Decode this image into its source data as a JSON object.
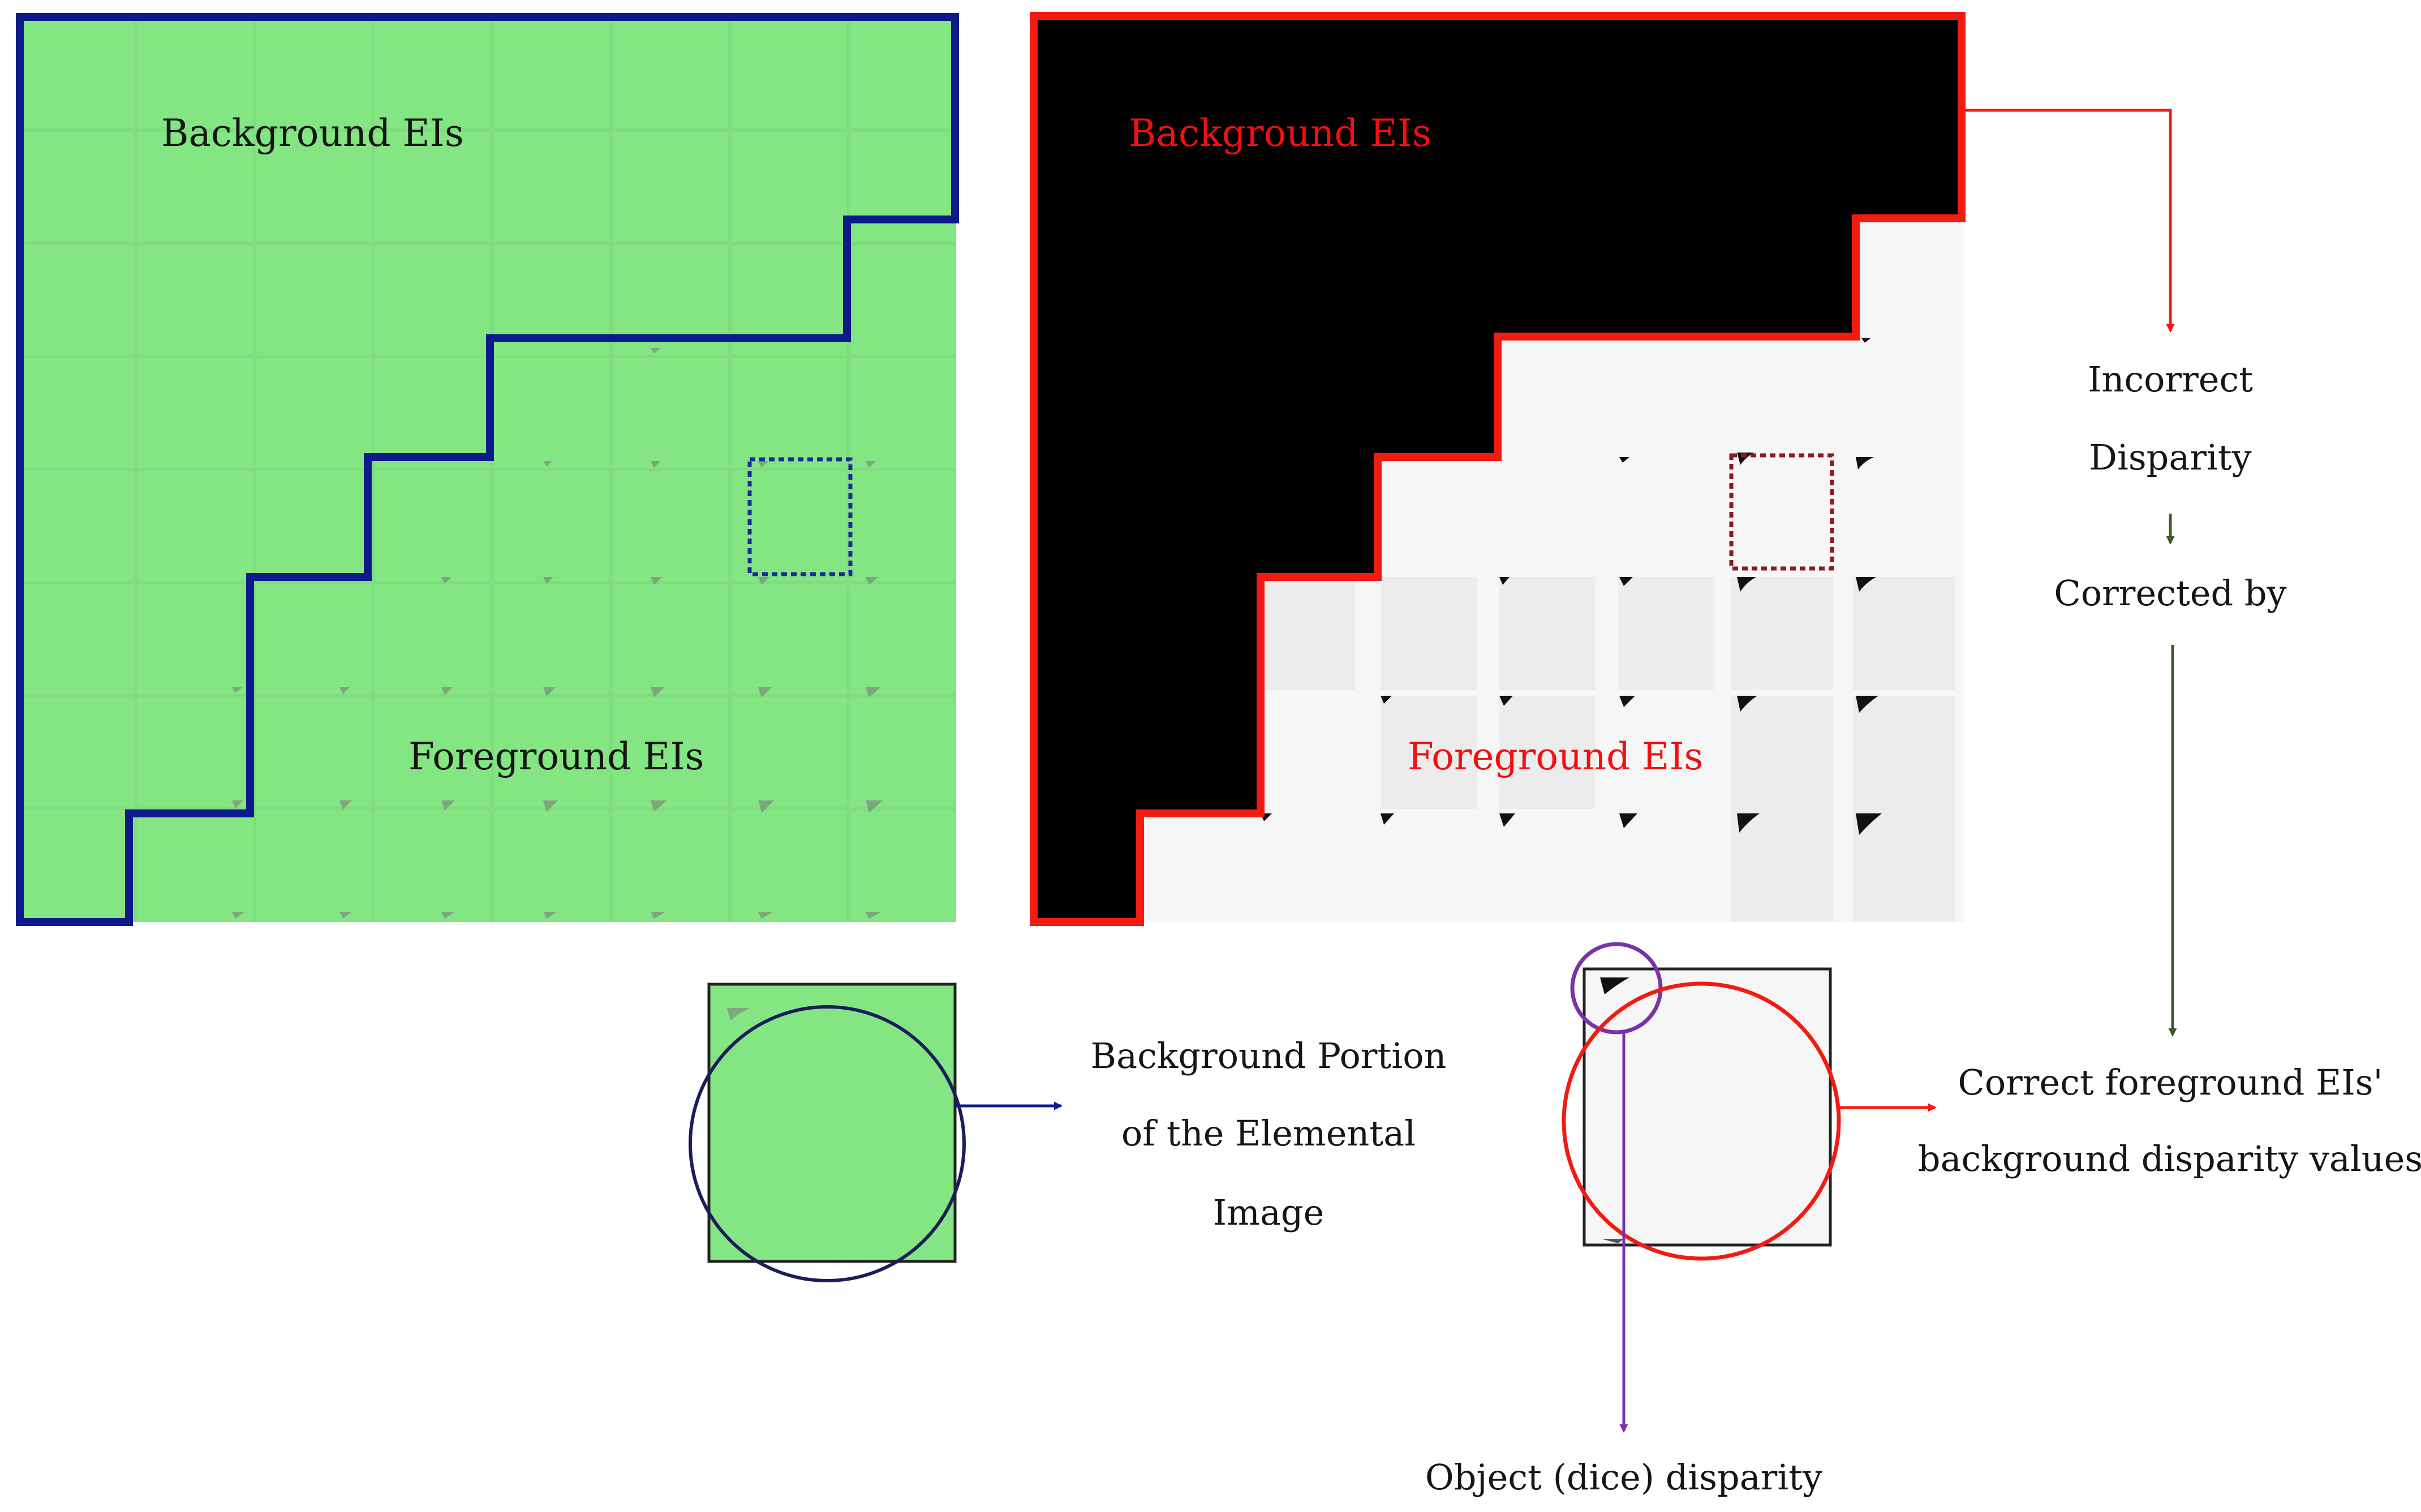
{
  "labels": {
    "left_background": "Background EIs",
    "left_foreground": "Foreground  EIs",
    "right_background": "Background EIs",
    "right_foreground": "Foreground EIs",
    "incorrect": "Incorrect",
    "disparity": "Disparity",
    "corrected_by": "Corrected by",
    "bg_portion_line1": "Background Portion",
    "bg_portion_line2": "of the Elemental",
    "bg_portion_line3": "Image",
    "correct_line1": "Correct foreground EIs'",
    "correct_line2": "background disparity values",
    "object_disparity": "Object (dice) disparity"
  },
  "colors": {
    "green_fill": "#84e583",
    "navy_outline": "#0d1b8a",
    "red_outline": "#f21b12",
    "red_text": "#f01010",
    "dark_green_arrow": "#3f5a2a",
    "purple": "#7a32a8",
    "navy_circle": "#1b1d5a",
    "black_region": "#000000",
    "white_region": "#f6f6f6"
  }
}
